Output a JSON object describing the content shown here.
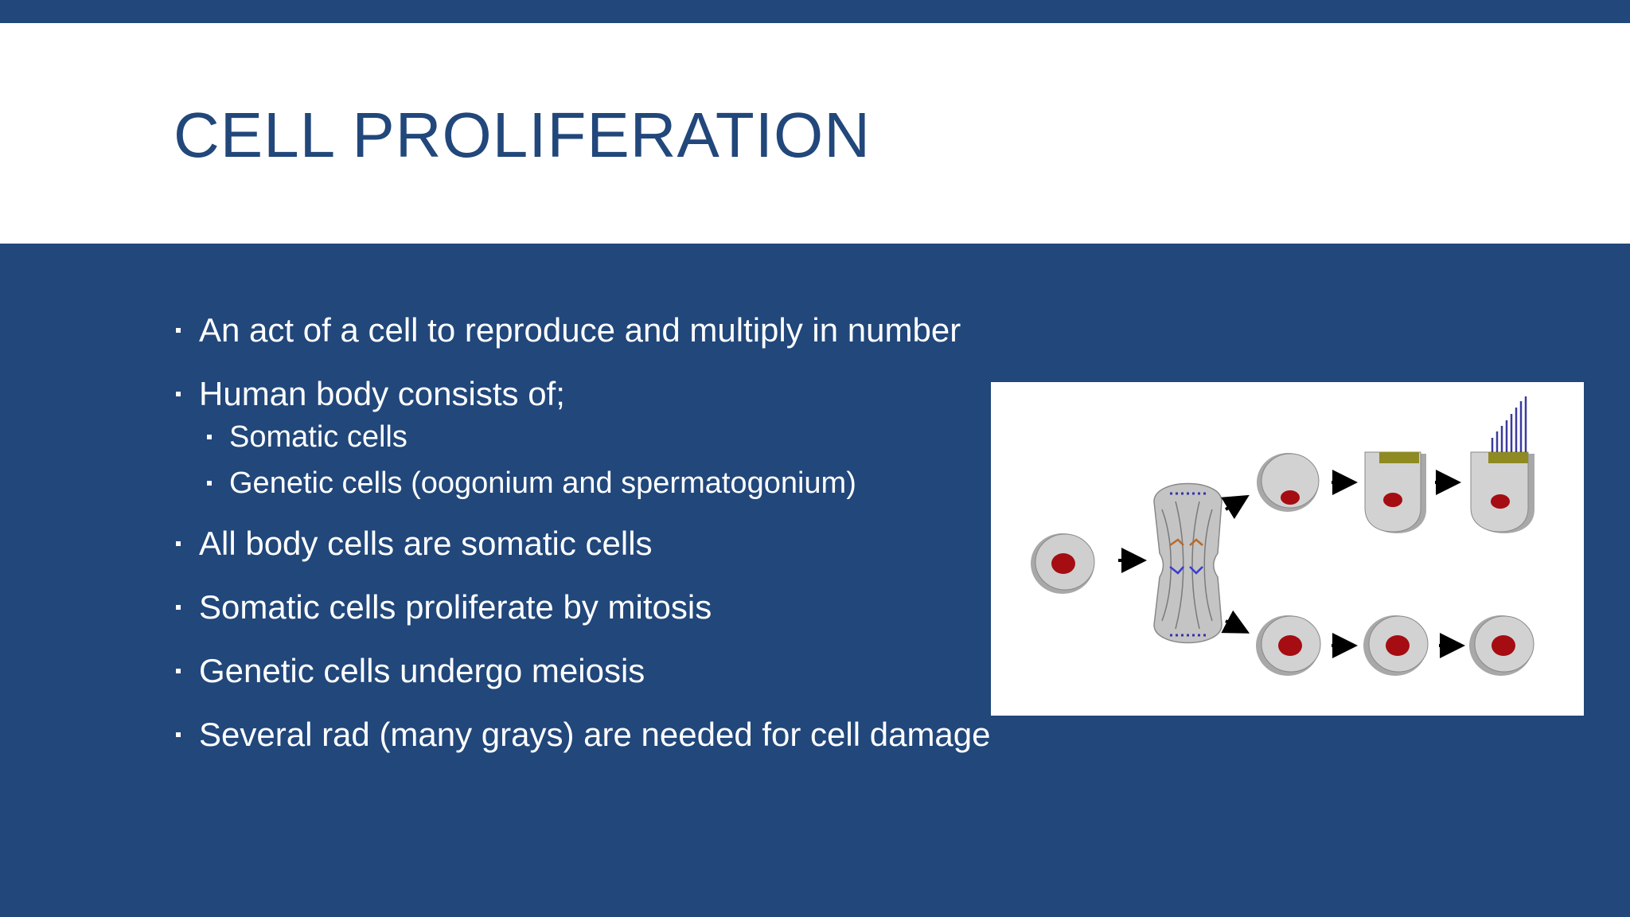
{
  "slide": {
    "title": "CELL PROLIFERATION",
    "bullets": [
      "An act of a cell to reproduce and multiply in number",
      "Human body consists of;",
      "All body cells are somatic cells",
      "Somatic cells proliferate by mitosis",
      "Genetic cells undergo meiosis",
      "Several rad (many grays) are needed for cell damage"
    ],
    "sub_bullets": [
      "Somatic cells",
      "Genetic cells (oogonium and spermatogonium)"
    ]
  },
  "colors": {
    "background": "#21477b",
    "title_band": "#ffffff",
    "title_text": "#21477b",
    "body_text": "#ffffff",
    "nucleus": "#a50d12",
    "cell_gray": "#c9c9c9"
  },
  "figure": {
    "type": "cell-division-diagram"
  }
}
